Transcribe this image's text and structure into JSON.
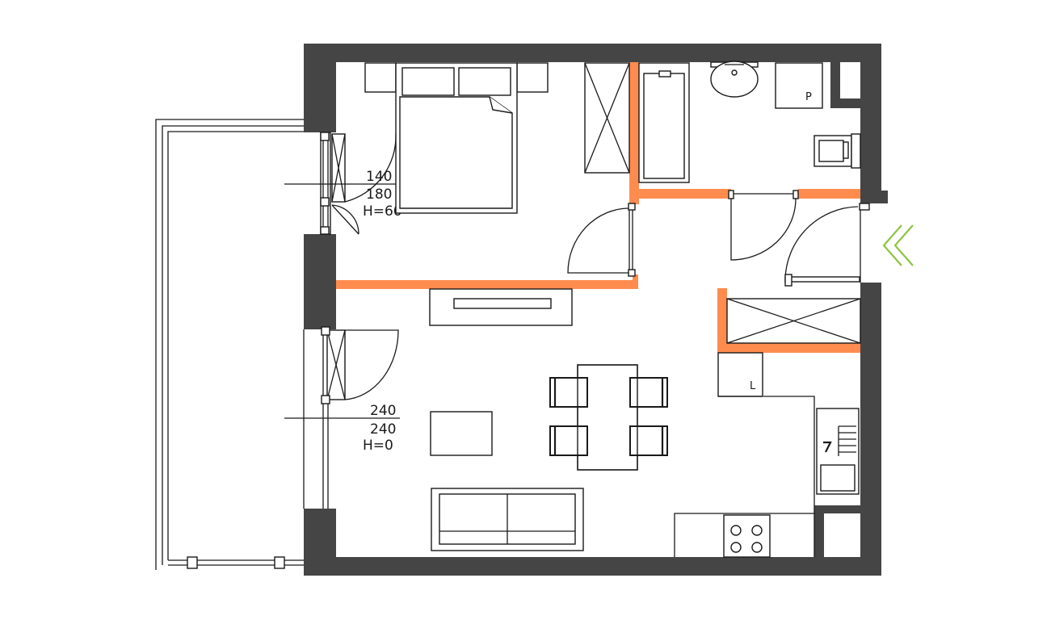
{
  "window_upper": {
    "width": "140",
    "height": "180",
    "sill": "H=60"
  },
  "window_lower": {
    "width": "240",
    "height": "240",
    "sill": "H=0"
  },
  "appliance_labels": {
    "washer": "P",
    "fridge": "L"
  },
  "colors": {
    "structural_wall": "#454545",
    "new_partition": "#ff8c4f",
    "entrance_arrow": "#8cc63f",
    "line": "#1a1a1a"
  },
  "icons": {
    "entrance": "double-chevron-left-icon"
  }
}
